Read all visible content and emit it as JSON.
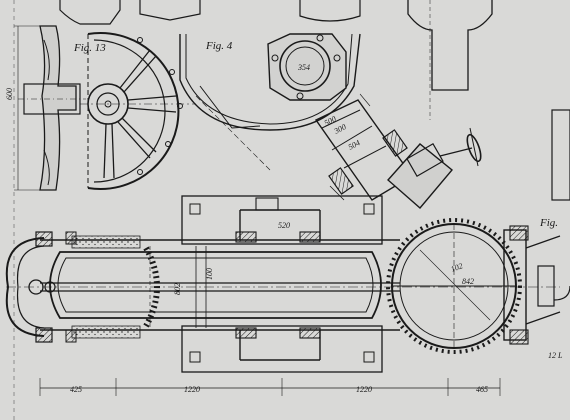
{
  "figures": {
    "fig13": "Fig. 13",
    "fig4": "Fig. 4",
    "fig_right": "Fig."
  },
  "dimensions": {
    "flange_bore": "354",
    "height_left": "600",
    "pipe_500": "500",
    "pipe_300": "300",
    "pipe_504": "504",
    "top_520": "520",
    "barrel_802": "802",
    "barrel_100": "100",
    "sphere_102": "102",
    "sphere_842": "842",
    "bottom_425": "425",
    "bottom_1220_a": "1220",
    "bottom_1220_b": "1220",
    "bottom_465": "465",
    "corner_note": "12 L"
  },
  "colors": {
    "paper": "#d9d9d7",
    "ink": "#1a1a1a"
  }
}
